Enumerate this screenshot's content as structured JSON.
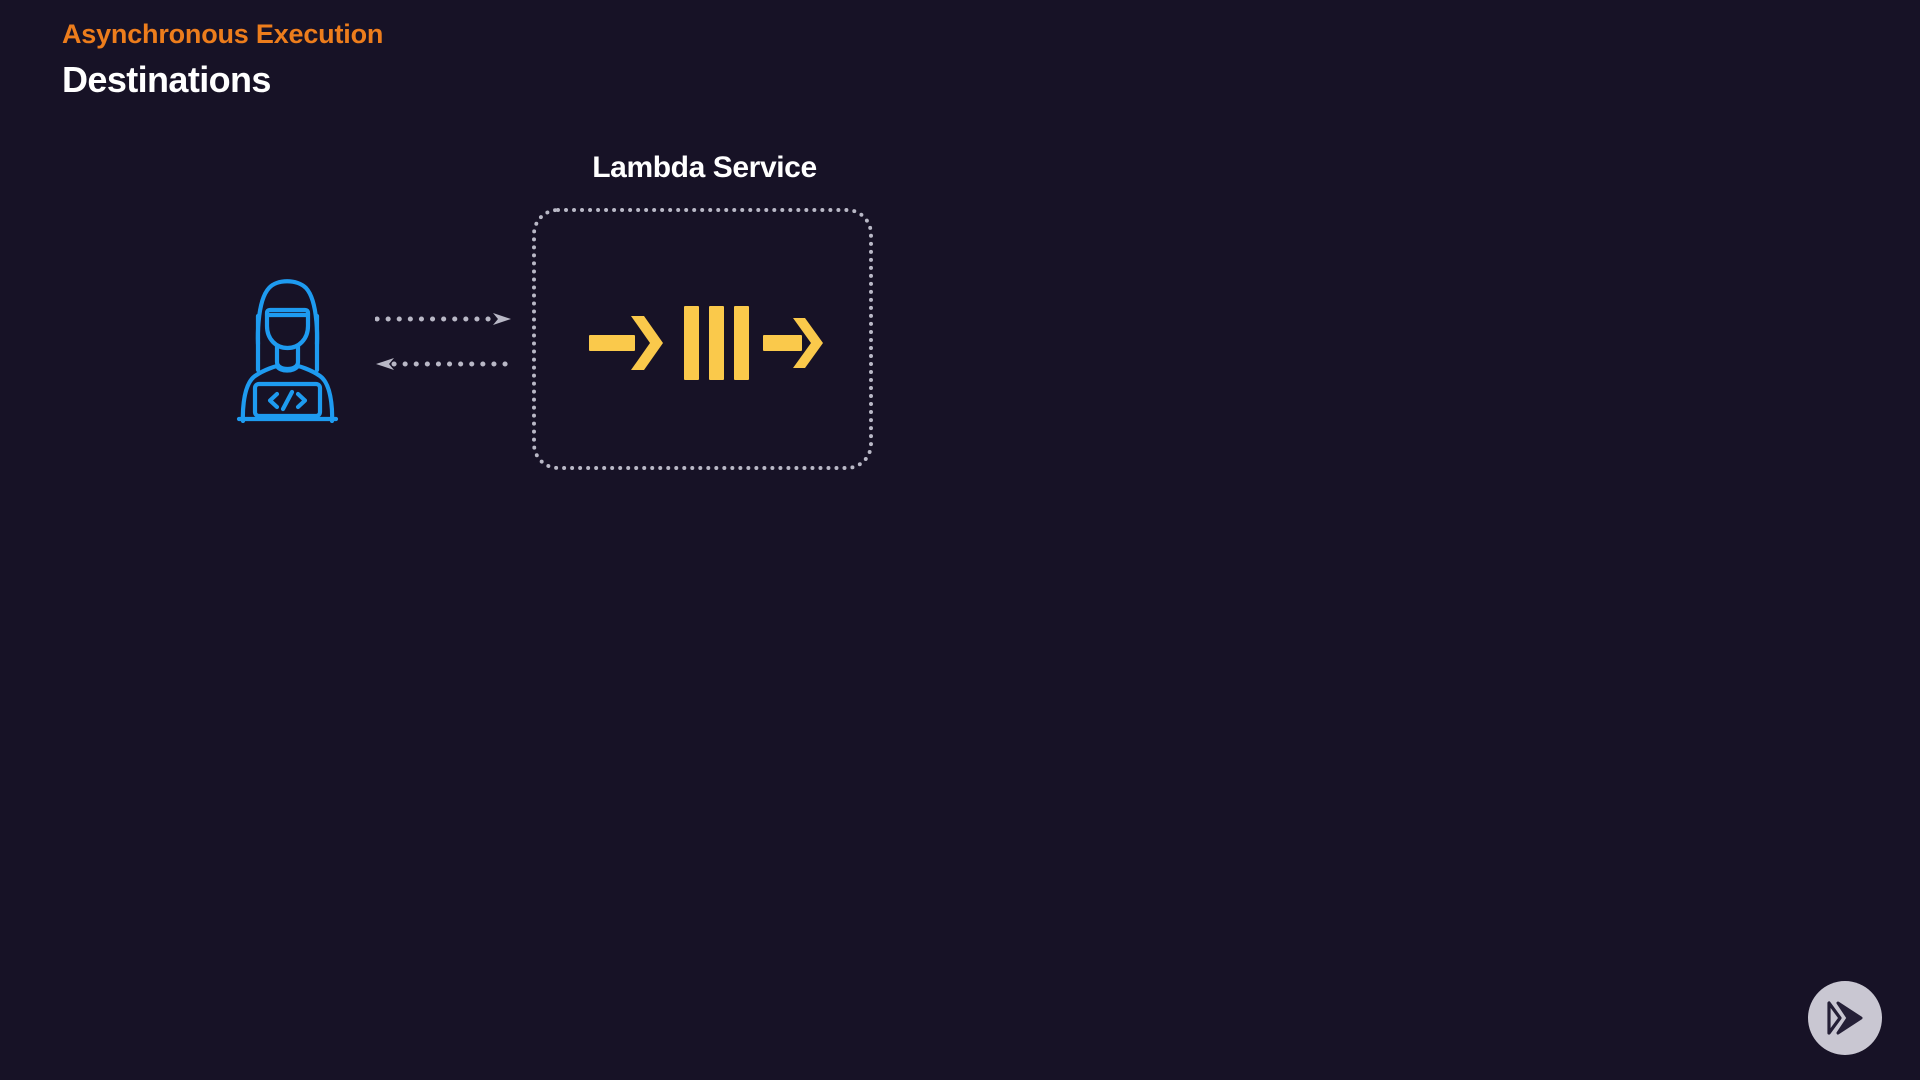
{
  "slide": {
    "background_color": "#171226",
    "eyebrow": "Asynchronous Execution",
    "title": "Destinations"
  },
  "colors": {
    "background": "#171226",
    "accent_orange": "#ED7D1C",
    "title_white": "#FFFFFF",
    "queue_yellow": "#FAC94B",
    "developer_blue": "#1E9BF0",
    "dotted_gray": "#B9B8C6",
    "badge_circle": "#C9C7D2",
    "badge_glyph": "#241F36"
  },
  "diagram": {
    "lambda_service": {
      "label": "Lambda Service",
      "border_style": "dotted",
      "icon_name": "queue-icon",
      "icon_parts": [
        "arrow-right",
        "bar",
        "bar",
        "bar",
        "arrow-right"
      ]
    },
    "developer": {
      "icon_name": "developer-icon",
      "screen_symbol": "</>"
    },
    "connectors": [
      {
        "name": "arrow-to-lambda",
        "direction": "right",
        "style": "dotted",
        "dot_count": 13
      },
      {
        "name": "arrow-from-lambda",
        "direction": "left",
        "style": "dotted",
        "dot_count": 12
      }
    ]
  },
  "badge": {
    "name": "brand-play-badge",
    "glyph": "double-triangle-play"
  }
}
